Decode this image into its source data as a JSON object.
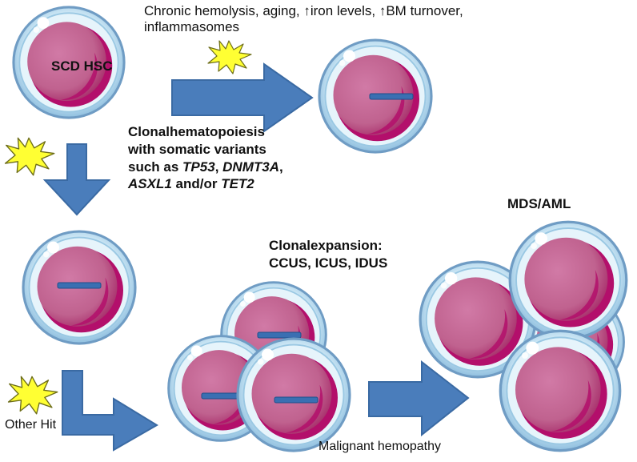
{
  "labels": {
    "top_caption_line1": "Chronic hemolysis, aging, ↑iron levels, ↑BM turnover,",
    "top_caption_line2": "inflammasomes",
    "hsc": "SCD HSC",
    "ch_line1": "Clonalhematopoiesis",
    "ch_line2": "with somatic variants",
    "ch_line3_prefix": "such as ",
    "ch_gene1": "TP53",
    "ch_sep1": ", ",
    "ch_gene2": "DNMT3A",
    "ch_sep2": ",",
    "ch_gene3": "ASXL1",
    "ch_andor": " and/or ",
    "ch_gene4": "TET2",
    "ce_line1": "Clonalexpansion:",
    "ce_line2": "CCUS, ICUS, IDUS",
    "mds": "MDS/AML",
    "other_hit": "Other Hit",
    "malignant": "Malignant hemopathy"
  },
  "colors": {
    "arrow_fill": "#4a7dbb",
    "arrow_stroke": "#3a6aa3",
    "cell_outer": "#bfe0f0",
    "cell_outer_stroke": "#6f9cc4",
    "cell_nucleus": "#c06a98",
    "cell_nucleus_dark": "#b0126a",
    "mutation_bar": "#3a6fb2",
    "star_fill": "#ffff33",
    "star_stroke": "#7a7a20"
  }
}
